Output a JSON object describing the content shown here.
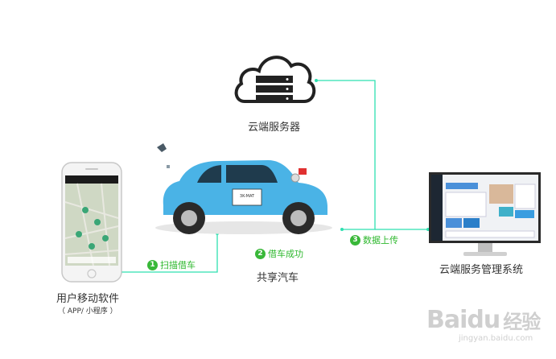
{
  "cloud": {
    "label": "云端服务器",
    "icon": "cloud-server-icon"
  },
  "phone": {
    "label": "用户移动软件",
    "sublabel": "（ APP/ 小程序 ）",
    "icon": "smartphone-map-icon"
  },
  "car": {
    "label": "共享汽车",
    "plate": "3K-MAT",
    "icon": "car-icon"
  },
  "monitor": {
    "label": "云端服务管理系统",
    "icon": "monitor-dashboard-icon"
  },
  "steps": [
    {
      "num": "1",
      "label": "扫描借车"
    },
    {
      "num": "2",
      "label": "借车成功"
    },
    {
      "num": "3",
      "label": "数据上传"
    }
  ],
  "watermark": {
    "brand": "Baidu",
    "cn": "经验",
    "url": "jingyan.baidu.com"
  },
  "colors": {
    "connector": "#2ee0b0",
    "step": "#39b839",
    "car": "#4ab3e6"
  }
}
